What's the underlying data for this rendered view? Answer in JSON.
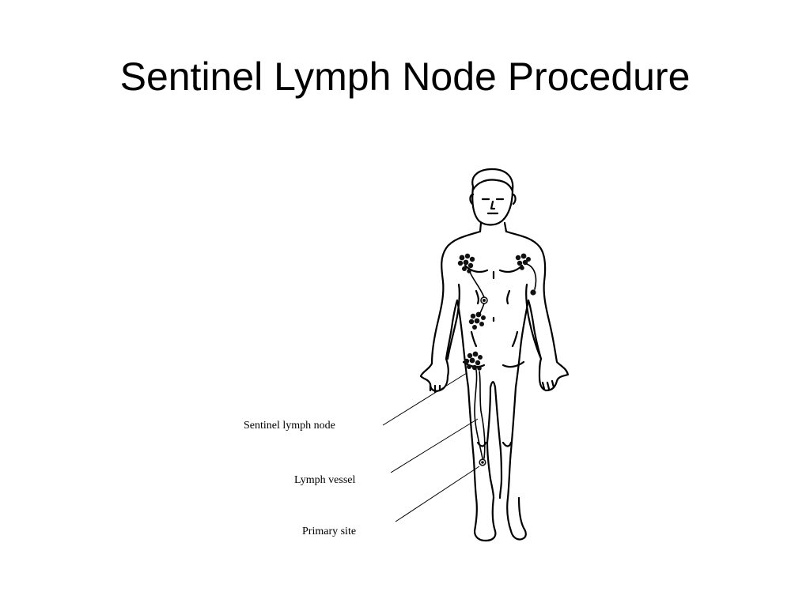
{
  "slide": {
    "title": "Sentinel Lymph Node Procedure"
  },
  "figure": {
    "labels": {
      "sentinel_node": "Sentinel lymph node",
      "lymph_vessel": "Lymph vessel",
      "primary_site": "Primary site"
    },
    "line_color": "#000000",
    "background": "#ffffff"
  }
}
